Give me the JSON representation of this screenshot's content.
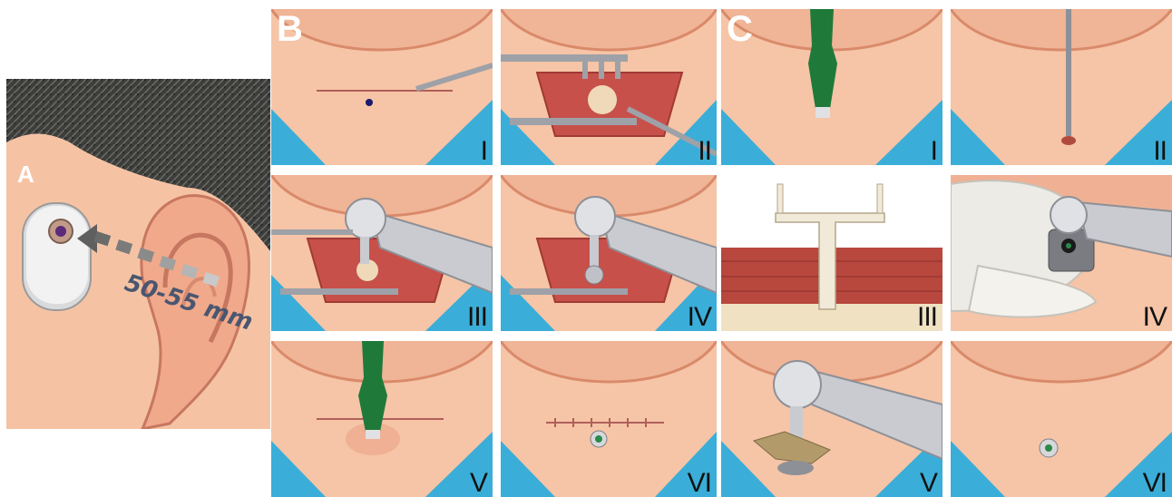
{
  "panel_a": {
    "letter": "A",
    "distance_label": "50-55 mm"
  },
  "panel_b": {
    "letter": "B",
    "steps": [
      "I",
      "II",
      "III",
      "IV",
      "V",
      "VI"
    ]
  },
  "panel_c": {
    "letter": "C",
    "steps": [
      "I",
      "II",
      "III",
      "IV",
      "V",
      "VI"
    ]
  },
  "colors": {
    "skin": "#f6c4a6",
    "drape": "#3aaed8",
    "flesh": "#c8504a",
    "handpiece": "#c9cbd0",
    "green_tool": "#1f7a3a"
  }
}
